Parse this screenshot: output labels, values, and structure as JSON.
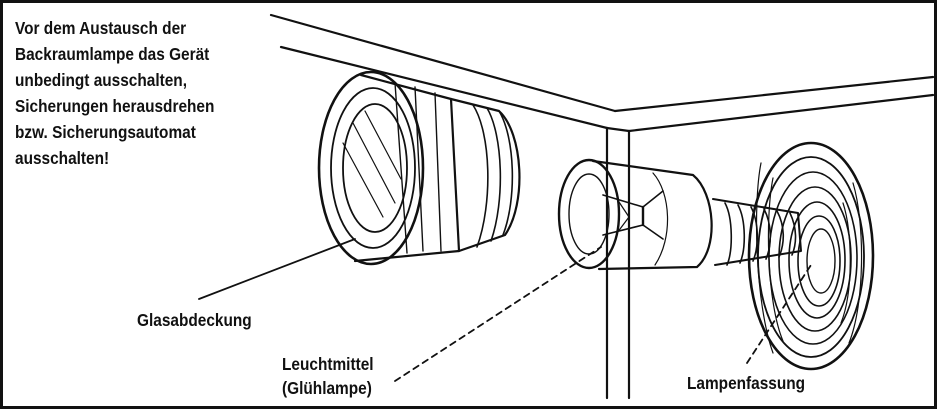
{
  "warning": {
    "lines": [
      "Vor dem Austausch der",
      "Backraumlampe das Gerät",
      "unbedingt ausschalten,",
      "Sicherungen herausdrehen",
      "bzw. Sicherungsautomat",
      "ausschalten!"
    ]
  },
  "labels": {
    "glass_cover": "Glasabdeckung",
    "bulb_line1": "Leuchtmittel",
    "bulb_line2": "(Glühlampe)",
    "socket": "Lampenfassung"
  }
}
